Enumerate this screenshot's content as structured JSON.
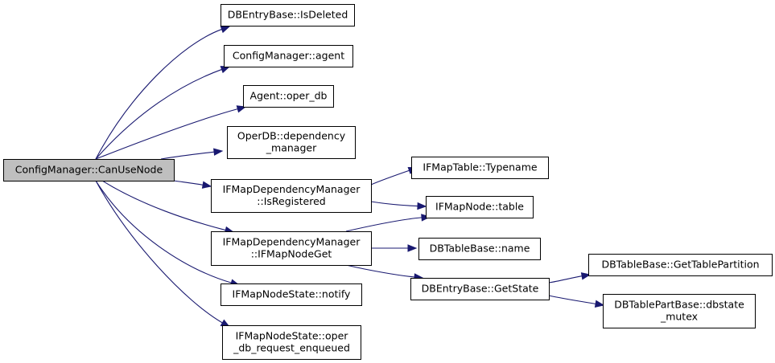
{
  "colors": {
    "edge": "#191970",
    "root_fill": "#bfbfbf",
    "node_fill": "#ffffff",
    "border": "#000000"
  },
  "nodes": [
    {
      "id": "root",
      "lines": [
        "ConfigManager::CanUseNode"
      ],
      "root": true
    },
    {
      "id": "isdeleted",
      "lines": [
        "DBEntryBase::IsDeleted"
      ]
    },
    {
      "id": "agent",
      "lines": [
        "ConfigManager::agent"
      ]
    },
    {
      "id": "operdb",
      "lines": [
        "Agent::oper_db"
      ]
    },
    {
      "id": "depmgr",
      "lines": [
        "OperDB::dependency",
        "_manager"
      ]
    },
    {
      "id": "isreg",
      "lines": [
        "IFMapDependencyManager",
        "::IsRegistered"
      ]
    },
    {
      "id": "nodeget",
      "lines": [
        "IFMapDependencyManager",
        "::IFMapNodeGet"
      ]
    },
    {
      "id": "notify",
      "lines": [
        "IFMapNodeState::notify"
      ]
    },
    {
      "id": "operreq",
      "lines": [
        "IFMapNodeState::oper",
        "_db_request_enqueued"
      ]
    },
    {
      "id": "typename",
      "lines": [
        "IFMapTable::Typename"
      ]
    },
    {
      "id": "nodetable",
      "lines": [
        "IFMapNode::table"
      ]
    },
    {
      "id": "dbname",
      "lines": [
        "DBTableBase::name"
      ]
    },
    {
      "id": "getstate",
      "lines": [
        "DBEntryBase::GetState"
      ]
    },
    {
      "id": "tablepart",
      "lines": [
        "DBTableBase::GetTablePartition"
      ]
    },
    {
      "id": "mutex",
      "lines": [
        "DBTablePartBase::dbstate",
        "_mutex"
      ]
    }
  ],
  "edges": [
    {
      "from": "root",
      "to": "isdeleted"
    },
    {
      "from": "root",
      "to": "agent"
    },
    {
      "from": "root",
      "to": "operdb"
    },
    {
      "from": "root",
      "to": "depmgr"
    },
    {
      "from": "root",
      "to": "isreg"
    },
    {
      "from": "root",
      "to": "nodeget"
    },
    {
      "from": "root",
      "to": "notify"
    },
    {
      "from": "root",
      "to": "operreq"
    },
    {
      "from": "isreg",
      "to": "typename"
    },
    {
      "from": "isreg",
      "to": "nodetable"
    },
    {
      "from": "nodeget",
      "to": "nodetable"
    },
    {
      "from": "nodeget",
      "to": "dbname"
    },
    {
      "from": "nodeget",
      "to": "getstate"
    },
    {
      "from": "getstate",
      "to": "tablepart"
    },
    {
      "from": "getstate",
      "to": "mutex"
    }
  ]
}
